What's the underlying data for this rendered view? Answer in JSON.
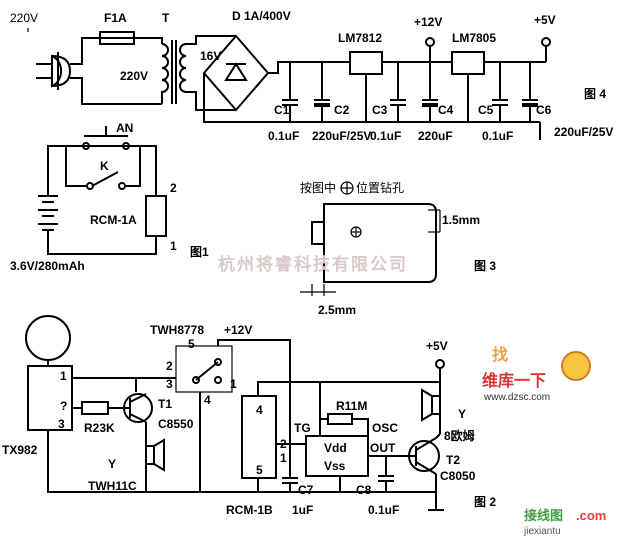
{
  "figure4": {
    "label_220v_left": "220V",
    "fuse": "F1A",
    "transformer": "T",
    "transformer_primary": "220V",
    "transformer_secondary": "16V",
    "bridge": "D 1A/400V",
    "reg1": "LM7812",
    "reg2": "LM7805",
    "v12": "+12V",
    "v5": "+5V",
    "c1": "C1",
    "c1v": "0.1uF",
    "c2": "C2",
    "c2v": "220uF/25V",
    "c3": "C3",
    "c3v": "0.1uF",
    "c4": "C4",
    "c4v": "220uF",
    "c5": "C5",
    "c5v": "0.1uF",
    "c6": "C6",
    "c6v": "220uF/25V",
    "title": "图 4"
  },
  "figure1": {
    "an": "AN",
    "k": "K",
    "relay": "RCM-1A",
    "pin2": "2",
    "pin1": "1",
    "battery": "3.6V/280mAh",
    "title": "图1"
  },
  "figure3": {
    "instruction_before": "按图中",
    "instruction_after": "位置钻孔",
    "dim1": "1.5mm",
    "dim2": "2.5mm",
    "title": "图 3"
  },
  "watermark": {
    "company": "杭州将睿科技有限公司",
    "site": "www.dzsc.com",
    "brand": "维库一下",
    "bottom_logo": "接线图",
    "bottom_url": "jiexiantu",
    "bottom_com": ".com"
  },
  "figure2": {
    "tx": "TX982",
    "pin1": "1",
    "pinq": "?",
    "pin3": "3",
    "r23": "R23K",
    "t1": "T1",
    "c8550": "C8550",
    "y1": "Y",
    "twh11c": "TWH11C",
    "twh8778": "TWH8778",
    "v12": "+12V",
    "sw5": "5",
    "sw2": "2",
    "sw3": "3",
    "sw1": "1",
    "sw4": "4",
    "rcm_pin4": "4",
    "rcm_pin2": "2",
    "rcm_pin1": "1",
    "rcm_pin5": "5",
    "rcm": "RCM-1B",
    "c7": "C7",
    "c7v": "1uF",
    "r1": "R11M",
    "tg": "TG",
    "osc": "OSC",
    "vdd": "Vdd",
    "vss": "Vss",
    "out": "OUT",
    "c8": "C8",
    "c8v": "0.1uF",
    "v5": "+5V",
    "t2": "T2",
    "c8050": "C8050",
    "y2": "Y",
    "ohm": "8欧姆",
    "title": "图 2"
  }
}
